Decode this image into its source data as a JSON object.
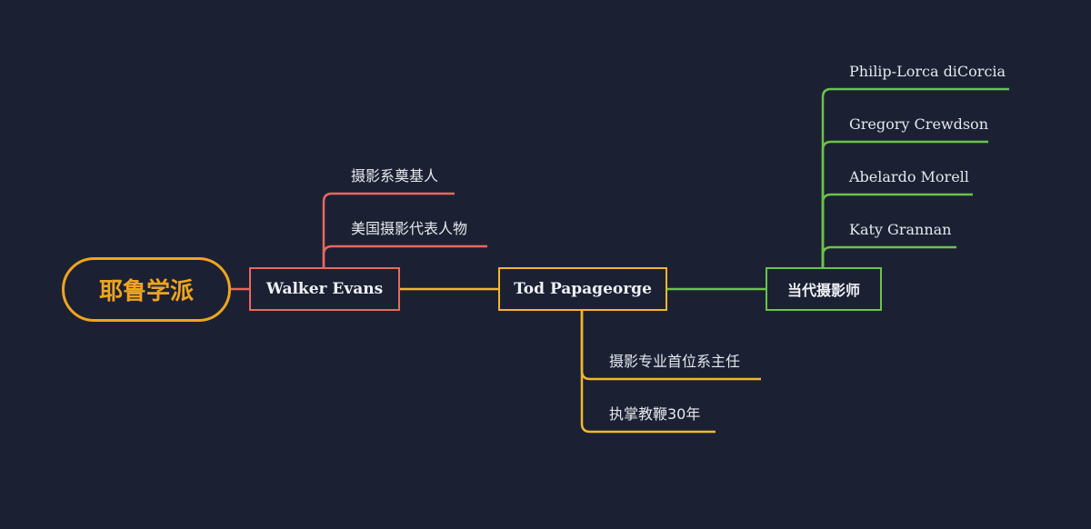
{
  "root": {
    "label": "耶鲁学派"
  },
  "walker": {
    "label": "Walker Evans",
    "children": [
      "摄影系奠基人",
      "美国摄影代表人物"
    ]
  },
  "tod": {
    "label": "Tod Papageorge",
    "children": [
      "摄影专业首位系主任",
      "执掌教鞭30年"
    ]
  },
  "contemporary": {
    "label": "当代摄影师",
    "children": [
      "Philip-Lorca diCorcia",
      "Gregory Crewdson",
      "Abelardo Morell",
      "Katy Grannan"
    ]
  },
  "colors": {
    "background": "#1b2133",
    "root": "#f0a41f",
    "walker": "#e8685e",
    "tod": "#f1b82c",
    "contemporary": "#6cc24a",
    "text": "#e6e8ee"
  }
}
